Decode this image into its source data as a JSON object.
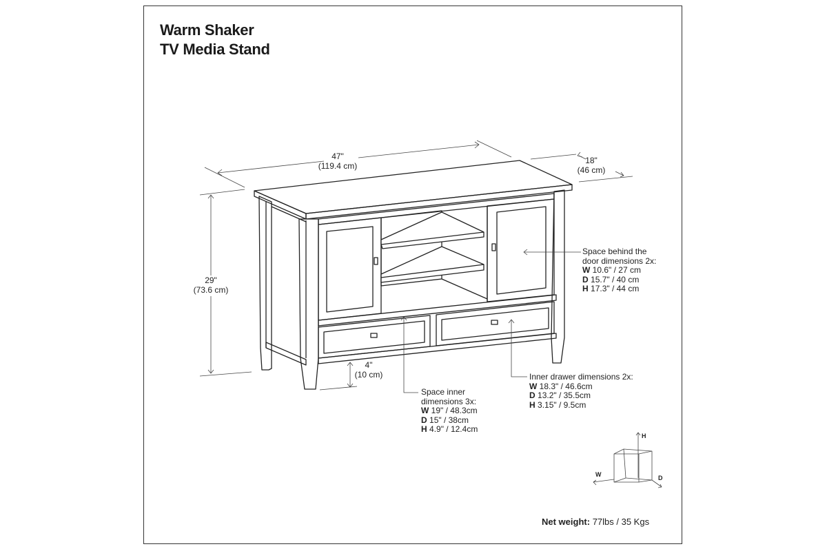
{
  "title": {
    "line1": "Warm Shaker",
    "line2": "TV Media Stand"
  },
  "dimensions": {
    "width": {
      "in": "47\"",
      "cm": "(119.4 cm)"
    },
    "depth": {
      "in": "18\"",
      "cm": "(46 cm)"
    },
    "height": {
      "in": "29\"",
      "cm": "(73.6 cm)"
    },
    "clearance": {
      "in": "4\"",
      "cm": "(10 cm)"
    }
  },
  "callouts": {
    "door": {
      "line1": "Space behind the",
      "line2": "door dimensions 2x:",
      "w_label": "W",
      "w": "10.6\" / 27 cm",
      "d_label": "D",
      "d": "15.7\" / 40 cm",
      "h_label": "H",
      "h": "17.3\" / 44 cm"
    },
    "shelf": {
      "line1": "Space inner",
      "line2": "dimensions 3x:",
      "w_label": "W",
      "w": "19\" / 48.3cm",
      "d_label": "D",
      "d": "15\" / 38cm",
      "h_label": "H",
      "h": "4.9\" / 12.4cm"
    },
    "drawer": {
      "line1": "Inner drawer dimensions 2x:",
      "w_label": "W",
      "w": "18.3\" / 46.6cm",
      "d_label": "D",
      "d": "13.2\" / 35.5cm",
      "h_label": "H",
      "h": "3.15\" / 9.5cm"
    }
  },
  "axes": {
    "h": "H",
    "w": "W",
    "d": "D"
  },
  "net_weight": {
    "label": "Net weight:",
    "value": "77lbs / 35 Kgs"
  }
}
